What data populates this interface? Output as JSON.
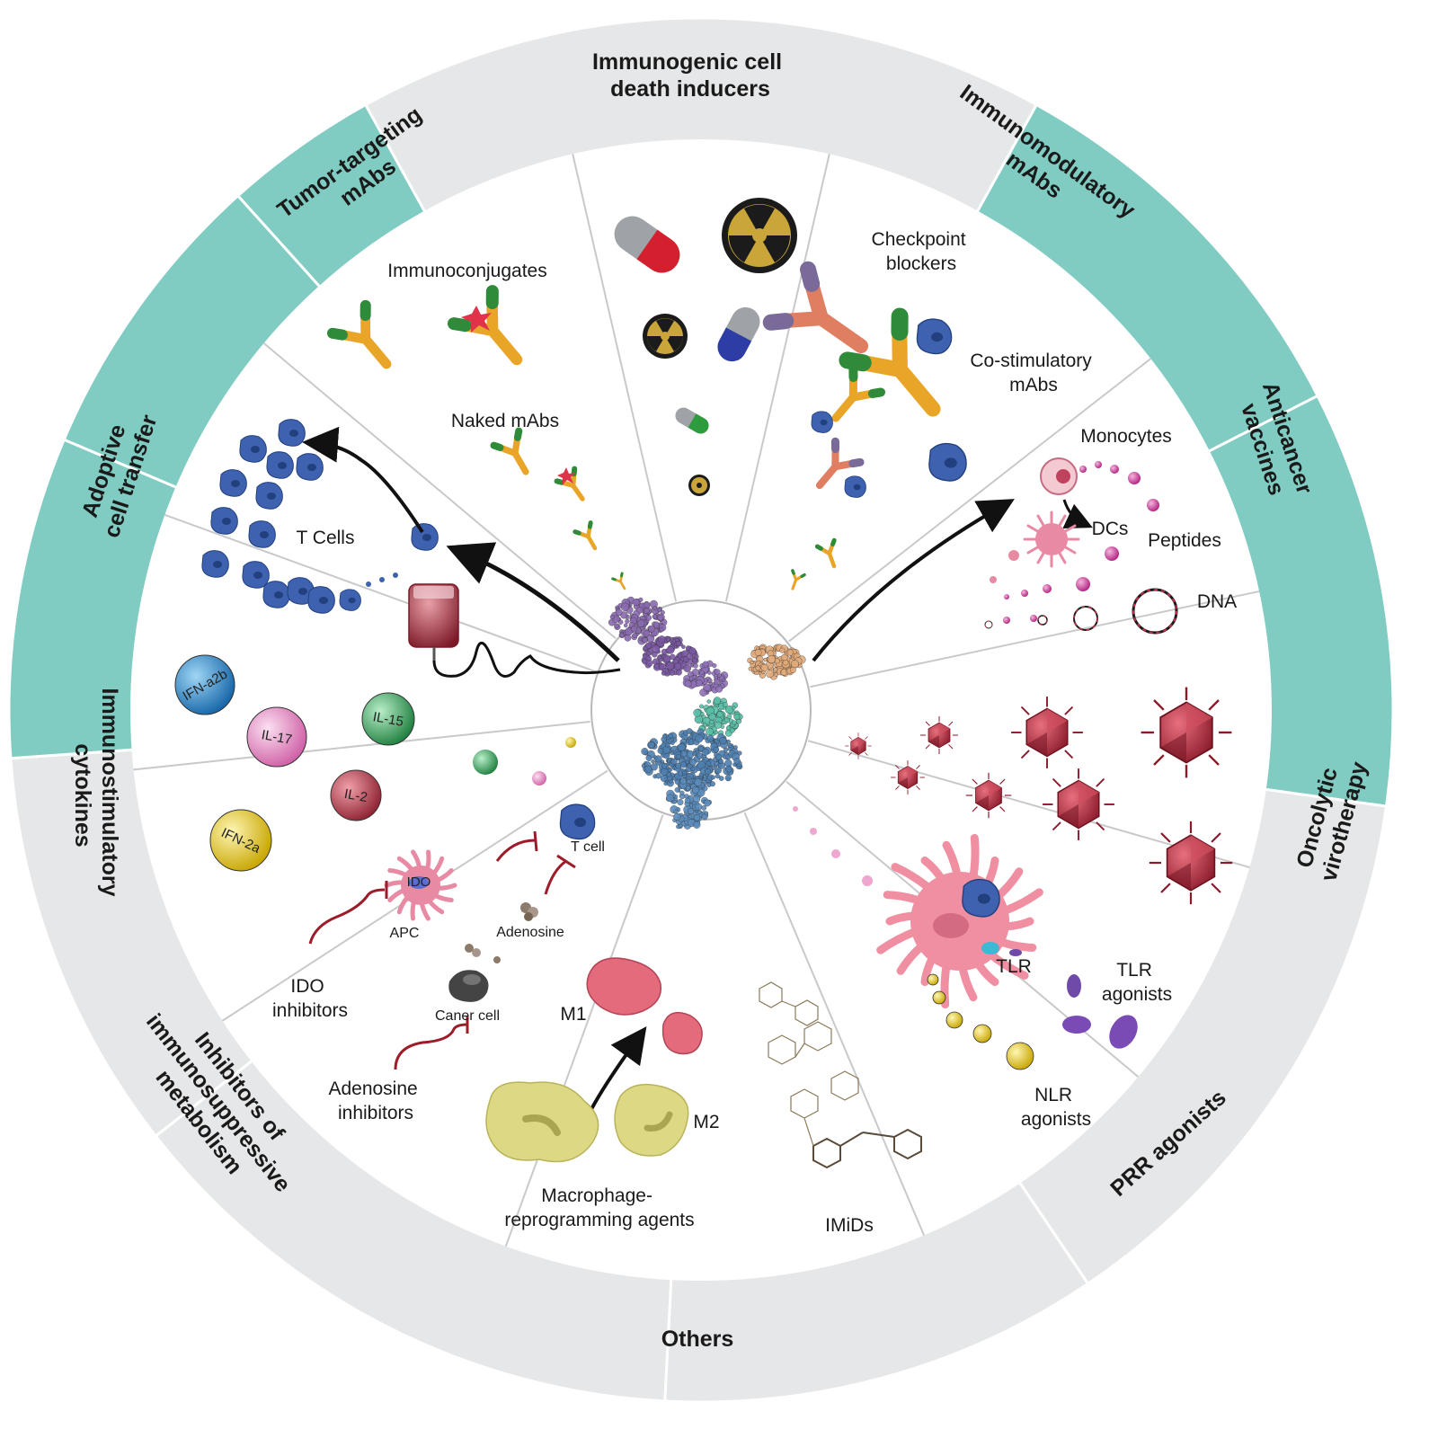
{
  "sectors": {
    "icd": {
      "title": [
        "Immunogenic cell",
        "death inducers"
      ],
      "color": "#e6e7e8"
    },
    "immunomod": {
      "title": [
        "Immunomodulatory",
        "mAbs"
      ],
      "color": "#80ccc2"
    },
    "vaccines": {
      "title": [
        "Anticancer",
        "vaccines"
      ],
      "color": "#80ccc2"
    },
    "oncolytic": {
      "title": [
        "Oncolytic",
        "virotherapy"
      ],
      "color": "#e6e7e8"
    },
    "prr": {
      "title": [
        "PRR agonists"
      ],
      "color": "#e6e7e8"
    },
    "others": {
      "title": [
        "Others"
      ],
      "color": "#e6e7e8"
    },
    "inhibitors": {
      "title": [
        "Inhibitors of",
        "immunosuppressive",
        "metabolism"
      ],
      "color": "#e6e7e8"
    },
    "cytokines": {
      "title": [
        "Immunostimulatory",
        "cytokines"
      ],
      "color": "#80ccc2"
    },
    "adoptive": {
      "title": [
        "Adoptive",
        "cell transfer"
      ],
      "color": "#80ccc2"
    },
    "tumor_mabs": {
      "title": [
        "Tumor-targeting",
        "mAbs"
      ],
      "color": "#80ccc2"
    }
  },
  "labels": {
    "immunoconjugates": "Immunoconjugates",
    "naked_mabs": "Naked mAbs",
    "checkpoint": [
      "Checkpoint",
      "blockers"
    ],
    "costim": [
      "Co-stimulatory",
      "mAbs"
    ],
    "monocytes": "Monocytes",
    "dcs": "DCs",
    "peptides": "Peptides",
    "dna": "DNA",
    "t_cells": "T Cells",
    "tlr": "TLR",
    "tlr_agonists": [
      "TLR",
      "agonists"
    ],
    "nlr_agonists": [
      "NLR",
      "agonists"
    ],
    "imids": "IMiDs",
    "macrophage": [
      "Macrophage-",
      "reprogramming agents"
    ],
    "m1": "M1",
    "m2": "M2",
    "t_cell": "T cell",
    "apc": "APC",
    "ido_badge": "IDO",
    "adenosine": "Adenosine",
    "ido_inhibitors": [
      "IDO",
      "inhibitors"
    ],
    "caner_cell": "Caner cell",
    "adenosine_inhibitors": [
      "Adenosine",
      "inhibitors"
    ]
  },
  "cytokines": [
    {
      "name": "IFN-a2b",
      "color": "#1e8fd0"
    },
    {
      "name": "IL-17",
      "color": "#e58ac4"
    },
    {
      "name": "IL-15",
      "color": "#2e9e57"
    },
    {
      "name": "IL-2",
      "color": "#b3404e"
    },
    {
      "name": "IFN-2a",
      "color": "#e7cc1c"
    }
  ],
  "colors": {
    "teal": "#80ccc2",
    "gray_band": "#e6e7e8",
    "divider": "#c8c9cb",
    "antibody": "#e8a528",
    "antibody_tip": "#2f8a3a",
    "checkpoint_ab": "#e07e61",
    "tcell_blue": "#3f62b0",
    "virus_red": "#b8303f",
    "inhibitor_red": "#9d1c2a"
  }
}
